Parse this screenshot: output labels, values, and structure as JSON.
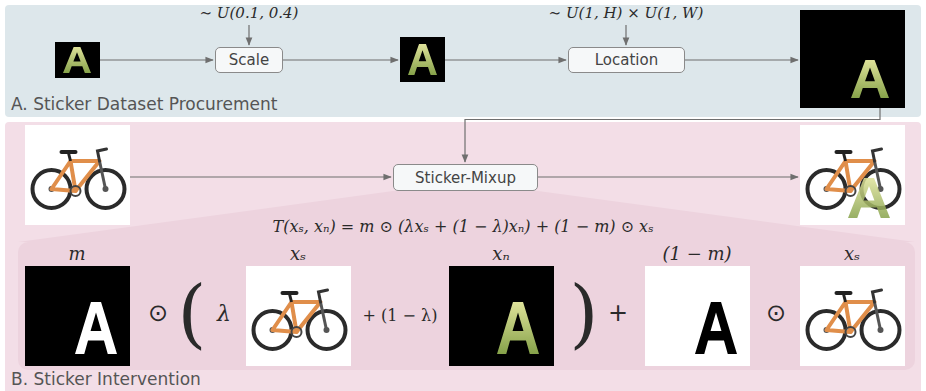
{
  "diagram": {
    "nodes": [
      {
        "text": [
          "A. Sticker Dataset Procurement"
        ]
      },
      {
        "text": [
          "Scale"
        ],
        "in": 0
      },
      {
        "text": [
          "Location"
        ],
        "in": 0
      },
      {
        "text": [
          "B. Sticker Intervention"
        ]
      },
      {
        "text": [
          "Sticker-Mixup"
        ],
        "in": 3
      }
    ],
    "labels": [
      "∼ U(0.1, 0.4)",
      "∼ U(1, H) × U(1, W)",
      "T(xₛ, xₙ) = m ⊙ (λxₛ + (1 − λ)xₙ) + (1 − m) ⊙ xₛ",
      "m",
      "xₛ",
      "xₙ",
      "(1 − m)",
      "xₛ",
      "⊙",
      "(",
      "λ",
      "+ (1 − λ)",
      ")",
      "+",
      "⊙"
    ]
  }
}
